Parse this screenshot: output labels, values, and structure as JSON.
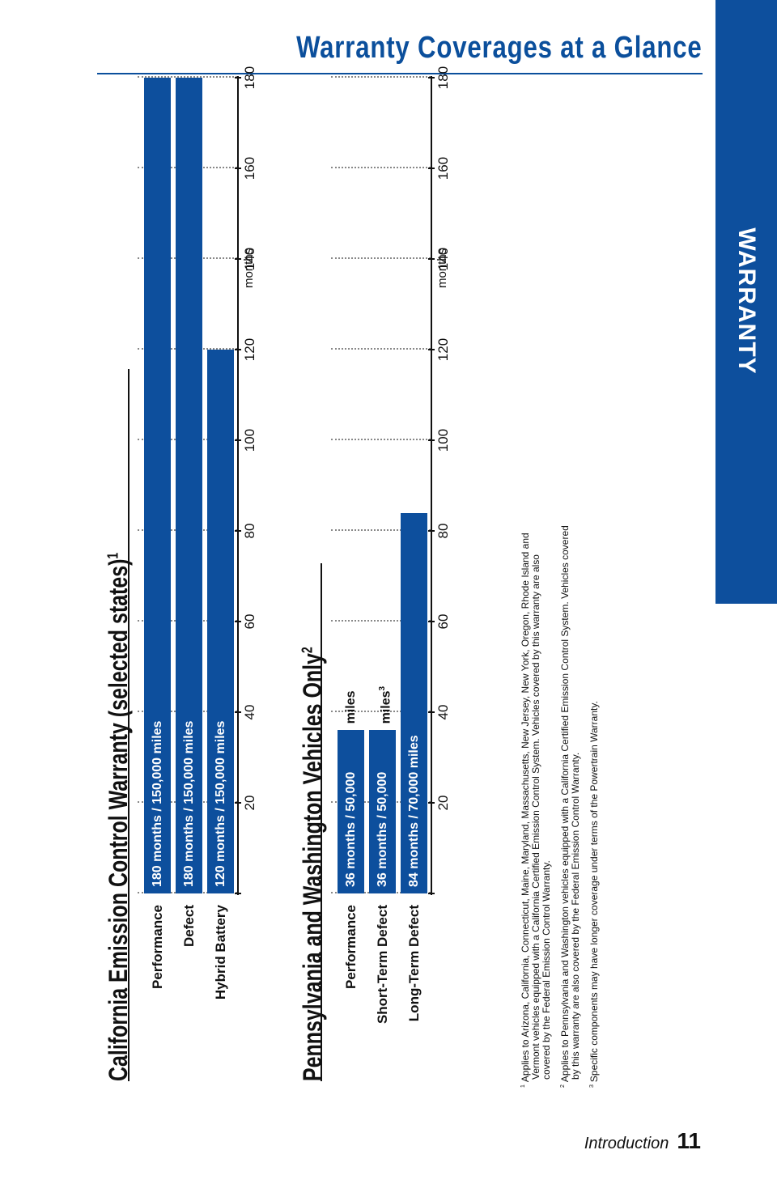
{
  "page": {
    "title": "Warranty Coverages at a Glance",
    "side_tab": "WARRANTY",
    "footer_section": "Introduction",
    "page_number": "11",
    "accent_color": "#0d4f9d"
  },
  "sections": [
    {
      "title": "California Emission Control Warranty (selected states)",
      "superscript": "1"
    },
    {
      "title": "Pennsylvania and Washington Vehicles Only",
      "superscript": "2"
    }
  ],
  "footnotes": [
    {
      "mark": "1",
      "text": "Applies to Arizona, California, Connecticut, Maine, Maryland, Massachusetts, New Jersey, New York, Oregon, Rhode Island and Vermont vehicles equipped with a California Certified Emission Control System. Vehicles covered by this warranty are also covered by the Federal Emission Control Warranty."
    },
    {
      "mark": "2",
      "text": "Applies to Pennsylvania and Washington vehicles equipped with a California Certified Emission Control System. Vehicles covered by this warranty are also covered by the Federal Emission Control Warranty."
    },
    {
      "mark": "3",
      "text": "Specific components may have longer coverage under terms of the Powertrain Warranty."
    }
  ],
  "chart_data": [
    {
      "type": "bar",
      "orientation": "horizontal",
      "categories": [
        "Performance",
        "Defect",
        "Hybrid Battery"
      ],
      "values": [
        180,
        180,
        120
      ],
      "bar_labels": [
        "180 months  /  150,000 miles",
        "180 months  /  150,000 miles",
        "120 months  /  150,000 miles"
      ],
      "suffixes": [
        "",
        "",
        ""
      ],
      "suffix_superscripts": [
        "",
        "",
        ""
      ],
      "xunit": "months",
      "xticks": [
        20,
        40,
        60,
        80,
        100,
        120,
        140,
        160,
        180
      ],
      "xlim": [
        0,
        180
      ],
      "grid": true
    },
    {
      "type": "bar",
      "orientation": "horizontal",
      "categories": [
        "Performance",
        "Short-Term Defect",
        "Long-Term Defect"
      ],
      "values": [
        36,
        36,
        84
      ],
      "bar_labels": [
        "36 months  /  50,000",
        "36 months  /  50,000",
        "84 months  /  70,000 miles"
      ],
      "suffixes": [
        "miles",
        "miles",
        ""
      ],
      "suffix_superscripts": [
        "",
        "3",
        ""
      ],
      "xunit": "months",
      "xticks": [
        20,
        40,
        60,
        80,
        100,
        120,
        140,
        160,
        180
      ],
      "xlim": [
        0,
        180
      ],
      "grid": true
    }
  ]
}
